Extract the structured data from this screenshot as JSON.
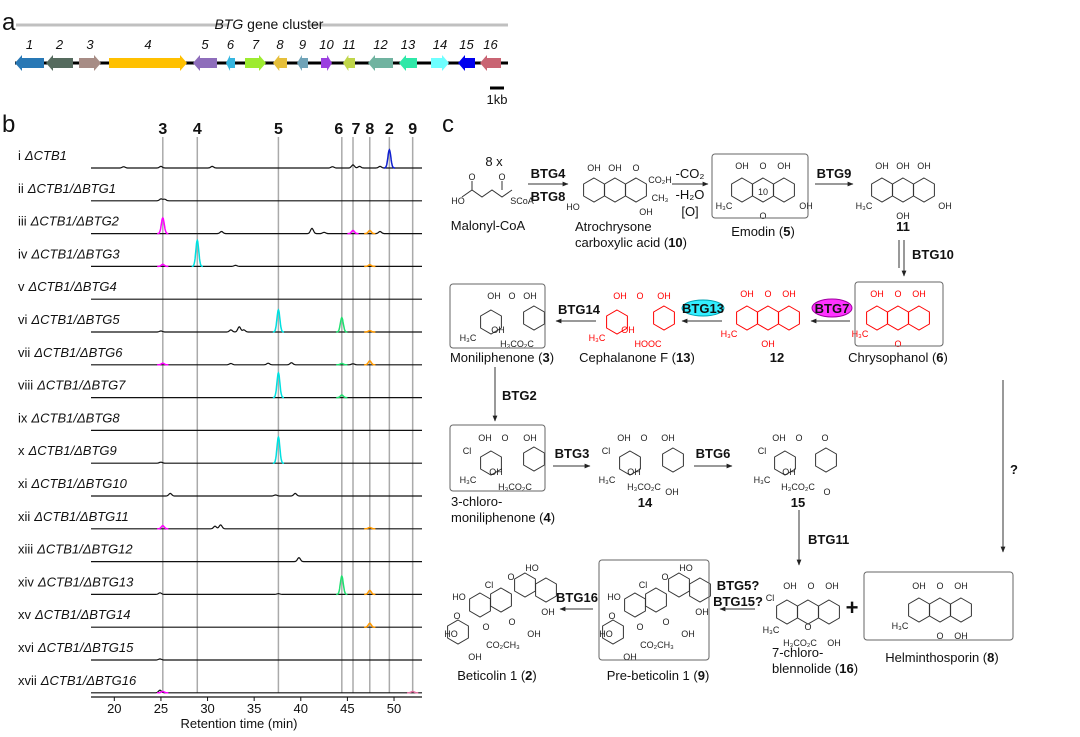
{
  "panels": {
    "a": "a",
    "b": "b",
    "c": "c"
  },
  "gene_cluster": {
    "title_italic": "BTG",
    "title_rest": " gene cluster",
    "scale_label": "1kb",
    "genes": [
      {
        "label": "1",
        "color": "#2878b5",
        "direction": "left"
      },
      {
        "label": "2",
        "color": "#556b5e",
        "direction": "left"
      },
      {
        "label": "3",
        "color": "#a78c85",
        "direction": "right"
      },
      {
        "label": "4",
        "color": "#ffc000",
        "direction": "right"
      },
      {
        "label": "5",
        "color": "#8e6dbb",
        "direction": "left"
      },
      {
        "label": "6",
        "color": "#36b6e0",
        "direction": "left"
      },
      {
        "label": "7",
        "color": "#9deb30",
        "direction": "right"
      },
      {
        "label": "8",
        "color": "#e6bf3a",
        "direction": "left"
      },
      {
        "label": "9",
        "color": "#6fa3b8",
        "direction": "left"
      },
      {
        "label": "10",
        "color": "#9b3fe0",
        "direction": "right"
      },
      {
        "label": "11",
        "color": "#c0d64a",
        "direction": "left"
      },
      {
        "label": "12",
        "color": "#70b3a0",
        "direction": "left"
      },
      {
        "label": "13",
        "color": "#2ee8a8",
        "direction": "left"
      },
      {
        "label": "14",
        "color": "#6effff",
        "direction": "right"
      },
      {
        "label": "15",
        "color": "#0000ee",
        "direction": "left"
      },
      {
        "label": "16",
        "color": "#c96473",
        "direction": "left"
      }
    ]
  },
  "chart_data": {
    "type": "line",
    "xlabel": "Retention time (min)",
    "xlim": [
      17.5,
      53
    ],
    "xticks": [
      20,
      25,
      30,
      35,
      40,
      45,
      50
    ],
    "compound_markers": [
      {
        "label": "3",
        "rt": 25.2
      },
      {
        "label": "4",
        "rt": 28.9
      },
      {
        "label": "5",
        "rt": 37.6
      },
      {
        "label": "6",
        "rt": 44.4
      },
      {
        "label": "7",
        "rt": 45.6
      },
      {
        "label": "8",
        "rt": 47.4
      },
      {
        "label": "2",
        "rt": 49.5
      },
      {
        "label": "9",
        "rt": 52.0
      }
    ],
    "colors": {
      "black": "#111111",
      "blue": "#1020d0",
      "magenta": "#ff00ff",
      "cyan": "#00e0e0",
      "green": "#20e070",
      "orange": "#ff9900",
      "pink": "#e070a0"
    },
    "traces": [
      {
        "numeral": "i",
        "strain": "ΔCTB1",
        "peaks": [
          [
            21,
            0.05,
            "black"
          ],
          [
            25,
            0.06,
            "black"
          ],
          [
            30.5,
            0.06,
            "black"
          ],
          [
            43.4,
            0.05,
            "black"
          ],
          [
            45.6,
            0.12,
            "black"
          ],
          [
            46.3,
            0.06,
            "black"
          ],
          [
            48.5,
            0.06,
            "black"
          ],
          [
            49.5,
            0.7,
            "blue"
          ]
        ]
      },
      {
        "numeral": "ii",
        "strain": "ΔCTB1/ΔBTG1",
        "peaks": [
          [
            25,
            0.07,
            "black"
          ],
          [
            25.4,
            0.06,
            "black"
          ]
        ]
      },
      {
        "numeral": "iii",
        "strain": "ΔCTB1/ΔBTG2",
        "peaks": [
          [
            25.2,
            0.6,
            "magenta"
          ],
          [
            31.5,
            0.08,
            "black"
          ],
          [
            41.2,
            0.2,
            "black"
          ],
          [
            42.5,
            0.05,
            "black"
          ],
          [
            45.6,
            0.12,
            "magenta"
          ],
          [
            47.4,
            0.12,
            "orange"
          ],
          [
            48.5,
            0.08,
            "black"
          ]
        ]
      },
      {
        "numeral": "iv",
        "strain": "ΔCTB1/ΔBTG3",
        "peaks": [
          [
            25.2,
            0.08,
            "magenta"
          ],
          [
            28.9,
            1.0,
            "cyan"
          ],
          [
            33,
            0.04,
            "black"
          ],
          [
            47.4,
            0.06,
            "orange"
          ]
        ]
      },
      {
        "numeral": "v",
        "strain": "ΔCTB1/ΔBTG4",
        "peaks": []
      },
      {
        "numeral": "vi",
        "strain": "ΔCTB1/ΔBTG5",
        "peaks": [
          [
            25,
            0.04,
            "black"
          ],
          [
            32.5,
            0.08,
            "black"
          ],
          [
            33.4,
            0.2,
            "black"
          ],
          [
            33.9,
            0.08,
            "black"
          ],
          [
            37.6,
            0.85,
            "cyan"
          ],
          [
            44.4,
            0.55,
            "green"
          ],
          [
            47.4,
            0.05,
            "orange"
          ]
        ]
      },
      {
        "numeral": "vii",
        "strain": "ΔCTB1/ΔBTG6",
        "peaks": [
          [
            25.2,
            0.06,
            "magenta"
          ],
          [
            32.5,
            0.05,
            "black"
          ],
          [
            36.5,
            0.06,
            "black"
          ],
          [
            39,
            0.08,
            "black"
          ],
          [
            44.4,
            0.05,
            "green"
          ],
          [
            45.6,
            0.04,
            "black"
          ],
          [
            47.4,
            0.15,
            "orange"
          ]
        ]
      },
      {
        "numeral": "viii",
        "strain": "ΔCTB1/ΔBTG7",
        "peaks": [
          [
            37.6,
            0.95,
            "cyan"
          ],
          [
            44.4,
            0.1,
            "green"
          ]
        ]
      },
      {
        "numeral": "ix",
        "strain": "ΔCTB1/ΔBTG8",
        "peaks": []
      },
      {
        "numeral": "x",
        "strain": "ΔCTB1/ΔBTG9",
        "peaks": [
          [
            25,
            0.04,
            "black"
          ],
          [
            37.6,
            1.0,
            "cyan"
          ]
        ]
      },
      {
        "numeral": "xi",
        "strain": "ΔCTB1/ΔBTG10",
        "peaks": [
          [
            26,
            0.1,
            "black"
          ],
          [
            37.3,
            0.04,
            "black"
          ],
          [
            39.4,
            0.1,
            "black"
          ]
        ]
      },
      {
        "numeral": "xii",
        "strain": "ΔCTB1/ΔBTG11",
        "peaks": [
          [
            25.2,
            0.12,
            "magenta"
          ],
          [
            30.8,
            0.1,
            "black"
          ],
          [
            31.4,
            0.15,
            "black"
          ],
          [
            47.4,
            0.05,
            "orange"
          ]
        ]
      },
      {
        "numeral": "xiii",
        "strain": "ΔCTB1/ΔBTG12",
        "peaks": [
          [
            39.8,
            0.15,
            "black"
          ]
        ]
      },
      {
        "numeral": "xiv",
        "strain": "ΔCTB1/ΔBTG13",
        "peaks": [
          [
            24.9,
            0.06,
            "black"
          ],
          [
            37.6,
            0.03,
            "black"
          ],
          [
            44.4,
            0.7,
            "green"
          ],
          [
            47.4,
            0.15,
            "orange"
          ]
        ]
      },
      {
        "numeral": "xv",
        "strain": "ΔCTB1/ΔBTG14",
        "peaks": [
          [
            47.4,
            0.15,
            "orange"
          ]
        ]
      },
      {
        "numeral": "xvi",
        "strain": "ΔCTB1/ΔBTG15",
        "peaks": [
          [
            24.9,
            0.04,
            "black"
          ]
        ]
      },
      {
        "numeral": "xvii",
        "strain": "ΔCTB1/ΔBTG16",
        "peaks": [
          [
            24.9,
            0.1,
            "black"
          ],
          [
            25.2,
            0.05,
            "magenta"
          ],
          [
            52,
            0.05,
            "pink"
          ]
        ]
      }
    ]
  },
  "pathway": {
    "eight_x": "8 x",
    "plus": "+",
    "question": "?",
    "enzymes": {
      "btg4": "BTG4",
      "btg8": "BTG8",
      "btg9": "BTG9",
      "btg10": "BTG10",
      "btg7": "BTG7",
      "btg13": "BTG13",
      "btg14": "BTG14",
      "btg2": "BTG2",
      "btg3": "BTG3",
      "btg6": "BTG6",
      "btg11": "BTG11",
      "btg5q": "BTG5?",
      "btg15q": "BTG15?",
      "btg16": "BTG16"
    },
    "conditions": {
      "co2": "-CO₂",
      "h2o": "-H₂O",
      "ox": "[O]"
    },
    "btg7_color": "#ff33ff",
    "btg13_color": "#33eeff",
    "compounds": {
      "malonyl": {
        "name": "Malonyl-CoA",
        "atoms": [
          "O",
          "O",
          "HO",
          "SCoA"
        ]
      },
      "atrochrysone": {
        "name1": "Atrochrysone",
        "name2": "carboxylic acid (",
        "num": "10",
        "close": ")",
        "atoms": [
          "OH",
          "OH",
          "O",
          "CO₂H",
          "CH₃",
          "OH",
          "HO"
        ]
      },
      "emodin": {
        "name": "Emodin (",
        "num": "5",
        "close": ")",
        "atoms": [
          "OH",
          "O",
          "OH",
          "H₃C",
          "OH",
          "O",
          "10"
        ]
      },
      "c11": {
        "num": "11",
        "atoms": [
          "OH",
          "OH",
          "OH",
          "H₃C",
          "OH",
          "OH"
        ]
      },
      "chrysophanol": {
        "name": "Chrysophanol (",
        "num": "6",
        "close": ")",
        "atoms": [
          "OH",
          "O",
          "OH",
          "H₃C",
          "O"
        ]
      },
      "c12": {
        "num": "12",
        "atoms": [
          "OH",
          "O",
          "OH",
          "H₃C",
          "OH"
        ]
      },
      "cephalanone": {
        "name": "Cephalanone F (",
        "num": "13",
        "close": ")",
        "atoms": [
          "OH",
          "O",
          "OH",
          "H₃C",
          "OH",
          "HOOC"
        ]
      },
      "moniliphenone": {
        "name": "Moniliphenone (",
        "num": "3",
        "close": ")",
        "atoms": [
          "OH",
          "O",
          "OH",
          "H₃C",
          "OH",
          "H₃CO₂C"
        ]
      },
      "chloromoniliphenone": {
        "name1": "3-chloro-",
        "name2": "moniliphenone (",
        "num": "4",
        "close": ")",
        "atoms": [
          "Cl",
          "OH",
          "O",
          "OH",
          "H₃C",
          "OH",
          "H₃CO₂C"
        ]
      },
      "c14": {
        "num": "14",
        "atoms": [
          "Cl",
          "OH",
          "O",
          "OH",
          "H₃C",
          "OH",
          "H₃CO₂C",
          "OH"
        ]
      },
      "c15": {
        "num": "15",
        "atoms": [
          "Cl",
          "OH",
          "O",
          "O",
          "H₃C",
          "OH",
          "H₃CO₂C",
          "O"
        ]
      },
      "blennolide": {
        "name1": "7-chloro-",
        "name2": "blennolide (",
        "num": "16",
        "close": ")",
        "atoms": [
          "Cl",
          "OH",
          "O",
          "OH",
          "H₃C",
          "O",
          "H₃CO₂C",
          "OH"
        ]
      },
      "helminthosporin": {
        "name": "Helminthosporin (",
        "num": "8",
        "close": ")",
        "atoms": [
          "OH",
          "O",
          "OH",
          "H₃C",
          "O",
          "OH"
        ]
      },
      "prebeticolin": {
        "name": "Pre-beticolin 1 (",
        "num": "9",
        "close": ")",
        "atoms": [
          "HO",
          "Cl",
          "HO",
          "O",
          "O",
          "O",
          "OH",
          "OH",
          "HO",
          "CO₂CH₃",
          "OH",
          "O"
        ]
      },
      "beticolin": {
        "name": "Beticolin 1 (",
        "num": "2",
        "close": ")",
        "atoms": [
          "HO",
          "Cl",
          "HO",
          "O",
          "O",
          "O",
          "OH",
          "OH",
          "HO",
          "CO₂CH₃",
          "OH",
          "O"
        ]
      }
    }
  }
}
